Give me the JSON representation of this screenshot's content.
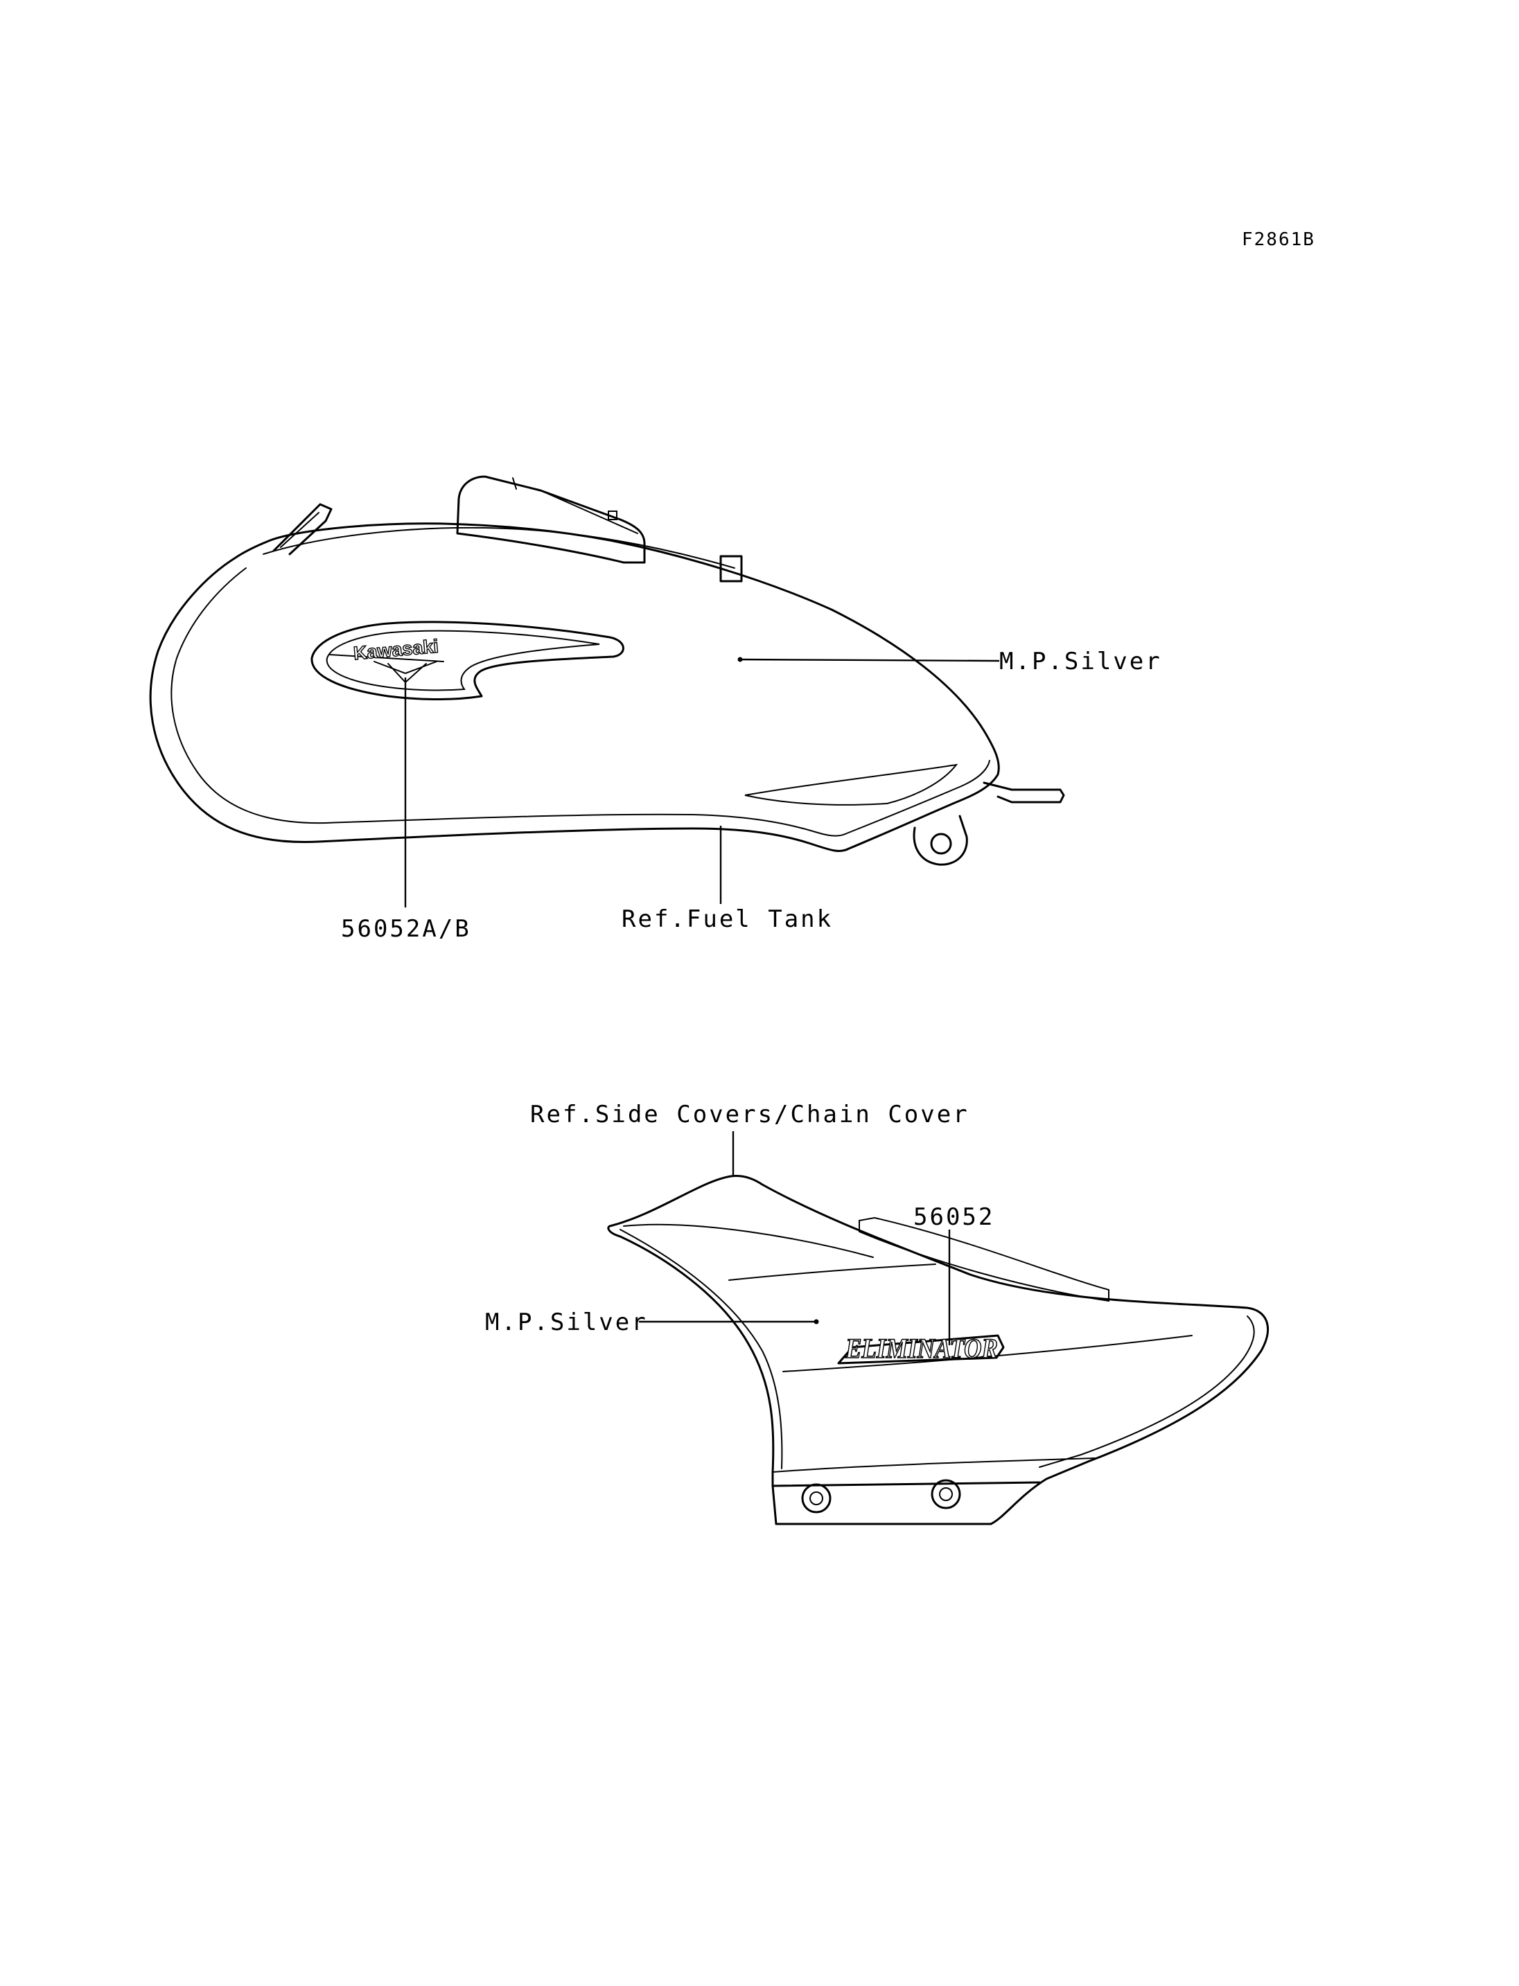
{
  "figure_id": "F2861B",
  "fuel_tank": {
    "color_label": "M.P.Silver",
    "decal_part_number": "56052A/B",
    "reference_label": "Ref.Fuel Tank",
    "emblem_text": "Kawasaki"
  },
  "side_cover": {
    "reference_label": "Ref.Side Covers/Chain Cover",
    "decal_part_number": "56052",
    "color_label": "M.P.Silver",
    "emblem_text": "ELIMINATOR"
  },
  "colors": {
    "line": "#000000",
    "background": "#ffffff"
  }
}
